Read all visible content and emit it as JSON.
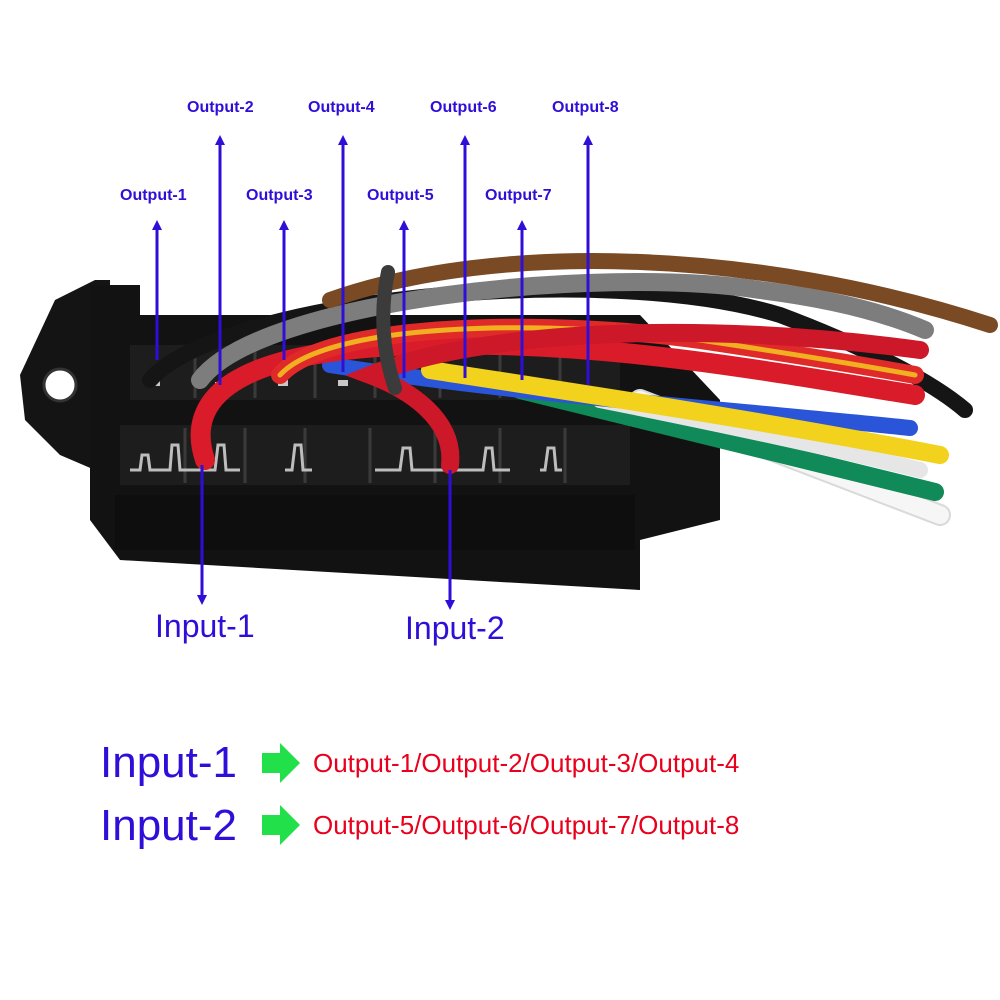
{
  "outputs": [
    {
      "label": "Output-1"
    },
    {
      "label": "Output-2"
    },
    {
      "label": "Output-3"
    },
    {
      "label": "Output-4"
    },
    {
      "label": "Output-5"
    },
    {
      "label": "Output-6"
    },
    {
      "label": "Output-7"
    },
    {
      "label": "Output-8"
    }
  ],
  "inputs": [
    {
      "label": "Input-1"
    },
    {
      "label": "Input-2"
    }
  ],
  "legend": [
    {
      "input": "Input-1",
      "outputs": "Output-1/Output-2/Output-3/Output-4"
    },
    {
      "input": "Input-2",
      "outputs": "Output-5/Output-6/Output-7/Output-8"
    }
  ],
  "colors": {
    "label_blue": "#2f0fd8",
    "legend_red": "#e8001c",
    "legend_arrow": "#22e04a",
    "fuse_box": "#111111",
    "wire_brown": "#7a4a24",
    "wire_gray": "#7d7d7d",
    "wire_red": "#d91b2a",
    "wire_yellow": "#f2d21c",
    "wire_blue": "#2a55d8",
    "wire_green": "#118a5a",
    "wire_white": "#f4f4f4",
    "wire_black": "#151515"
  }
}
